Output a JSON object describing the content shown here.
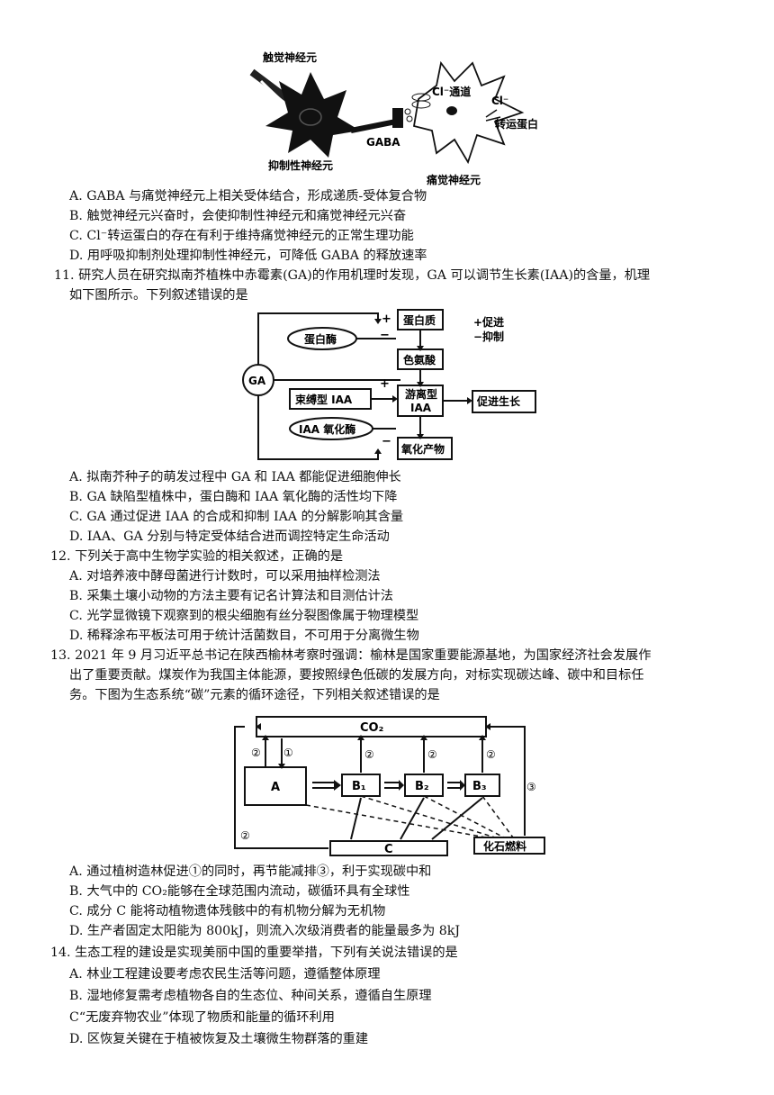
{
  "fig10": {
    "touch_neuron": "触觉神经元",
    "inhibitory_neuron": "抑制性神经元",
    "gaba": "GABA",
    "cl_channel": "Cl⁻通道",
    "cl_ion": "Cl⁻",
    "transporter": "转运蛋白",
    "pain_neuron": "痛觉神经元"
  },
  "q10_options": [
    "A.  GABA 与痛觉神经元上相关受体结合，形成递质-受体复合物",
    "B. 触觉神经元兴奋时，会使抑制性神经元和痛觉神经元兴奋",
    "C. Cl⁻转运蛋白的存在有利于维持痛觉神经元的正常生理功能",
    "D. 用呼吸抑制剂处理抑制性神经元，可降低 GABA  的释放速率"
  ],
  "q11": {
    "stem_line1": "11. 研究人员在研究拟南芥植株中赤霉素(GA)的作用机理时发现，GA 可以调节生长素(IAA)的含量，机理",
    "stem_line2": "如下图所示。下列叙述错误的是",
    "fig": {
      "ga": "GA",
      "protein": "蛋白质",
      "protease": "蛋白酶",
      "tryptophan": "色氨酸",
      "bound_iaa": "束缚型 IAA",
      "free_iaa_1": "游离型",
      "free_iaa_2": "IAA",
      "promote_growth": "促进生长",
      "iaa_oxidase": "IAA 氧化酶",
      "oxidation_product": "氧化产物",
      "legend_plus": "+促进",
      "legend_minus": "−抑制",
      "plus": "+",
      "minus": "−"
    },
    "options": [
      "A. 拟南芥种子的萌发过程中 GA  和 IAA  都能促进细胞伸长",
      "B.  GA  缺陷型植株中，蛋白酶和 IAA  氧化酶的活性均下降",
      "C.  GA  通过促进 IAA  的合成和抑制 IAA  的分解影响其含量",
      "D.  IAA、GA 分别与特定受体结合进而调控特定生命活动"
    ]
  },
  "q12": {
    "stem": "12. 下列关于高中生物学实验的相关叙述，正确的是",
    "options": [
      "A. 对培养液中酵母菌进行计数时，可以采用抽样检测法",
      "B. 采集土壤小动物的方法主要有记名计算法和目测估计法",
      "C. 光学显微镜下观察到的根尖细胞有丝分裂图像属于物理模型",
      "D. 稀释涂布平板法可用于统计活菌数目，不可用于分离微生物"
    ]
  },
  "q13": {
    "stem_line1": "13. 2021 年 9 月习近平总书记在陕西榆林考察时强调：榆林是国家重要能源基地，为国家经济社会发展作",
    "stem_line2": "出了重要贡献。煤炭作为我国主体能源，要按照绿色低碳的发展方向，对标实现碳达峰、碳中和目标任",
    "stem_line3": "务。下图为生态系统“碳”元素的循环途径，下列相关叙述错误的是",
    "fig": {
      "co2": "CO₂",
      "a": "A",
      "b1": "B₁",
      "b2": "B₂",
      "b3": "B₃",
      "c": "C",
      "fossil": "化石燃料",
      "n1": "①",
      "n2": "②",
      "n3": "③"
    },
    "options": [
      "A. 通过植树造林促进①的同时，再节能减排③，利于实现碳中和",
      "B. 大气中的 CO₂能够在全球范围内流动，碳循环具有全球性",
      "C. 成分 C 能将动植物遗体残骸中的有机物分解为无机物",
      "D. 生产者固定太阳能为 800kJ，则流入次级消费者的能量最多为 8kJ"
    ]
  },
  "q14": {
    "stem": "14. 生态工程的建设是实现美丽中国的重要举措，下列有关说法错误的是",
    "options": [
      "A. 林业工程建设要考虑农民生活等问题，遵循整体原理",
      "B. 湿地修复需考虑植物各自的生态位、种间关系，遵循自生原理",
      "C“无废弃物农业”体现了物质和能量的循环利用",
      "D. 区恢复关键在于植被恢复及土壤微生物群落的重建"
    ]
  }
}
